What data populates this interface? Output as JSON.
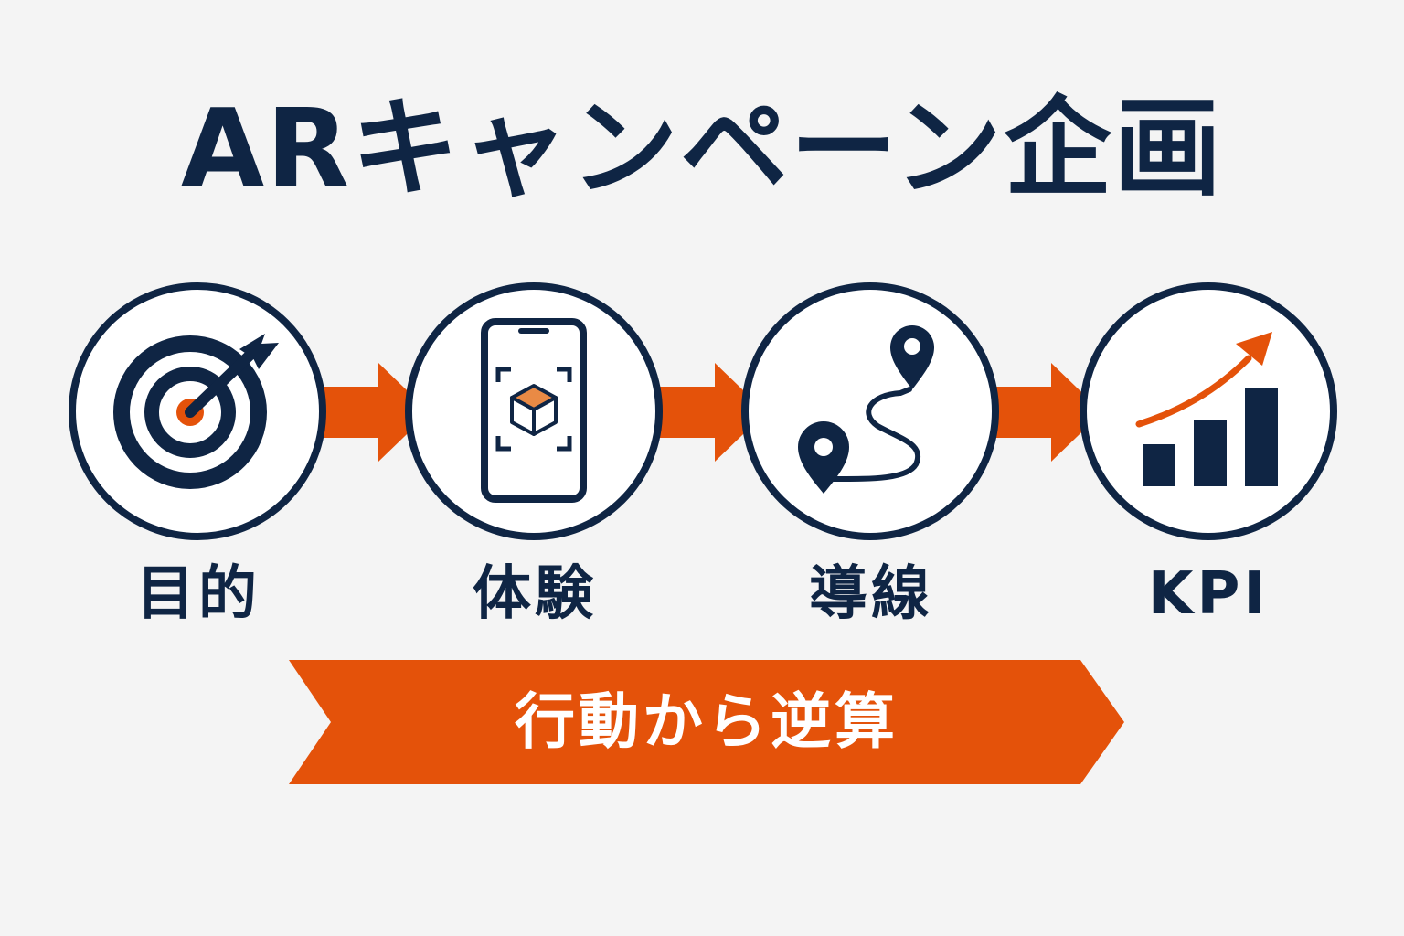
{
  "title": "ARキャンペーン企画",
  "steps": [
    {
      "label": "目的",
      "icon": "target-icon"
    },
    {
      "label": "体験",
      "icon": "smartphone-ar-cube-icon"
    },
    {
      "label": "導線",
      "icon": "route-map-pins-icon"
    },
    {
      "label": "KPI",
      "icon": "growth-bar-chart-icon"
    }
  ],
  "banner": {
    "text": "行動から逆算"
  },
  "colors": {
    "navy": "#0f2544",
    "orange": "#e4520a",
    "background": "#f4f4f4",
    "cube": "#e98a45"
  }
}
